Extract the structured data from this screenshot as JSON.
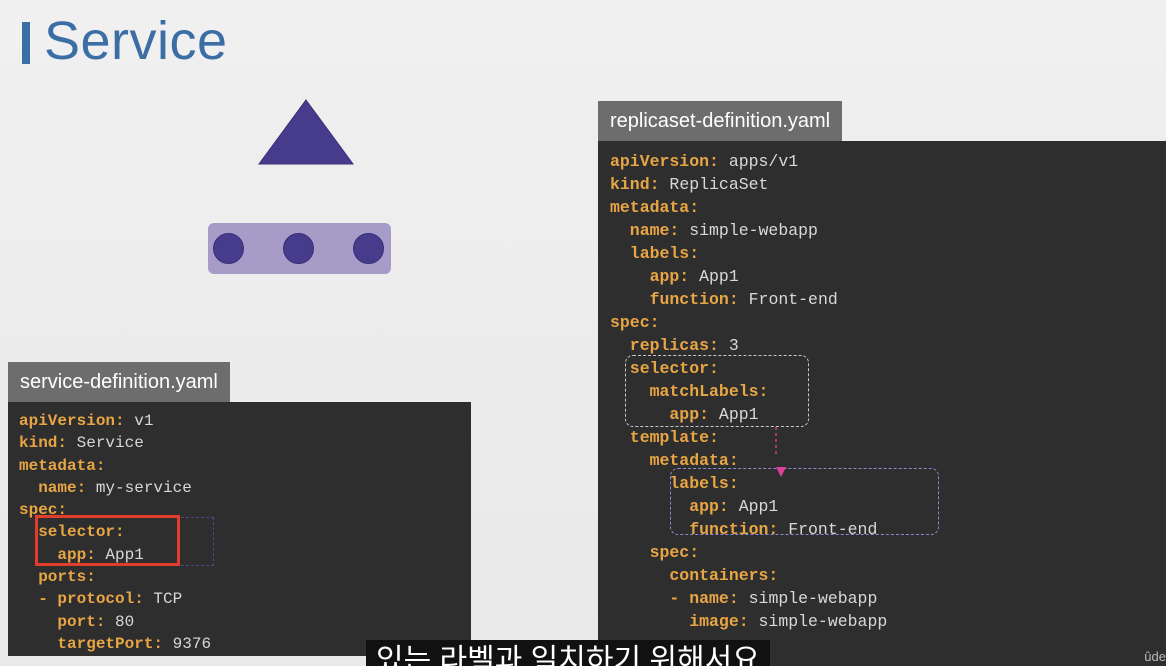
{
  "slide": {
    "title": "Service"
  },
  "service_file": {
    "filename": "service-definition.yaml",
    "lines": [
      {
        "key": "apiVersion:",
        "value": " v1"
      },
      {
        "key": "kind:",
        "value": " Service"
      },
      {
        "key": "metadata:",
        "value": ""
      },
      {
        "key": "  name:",
        "value": " my-service"
      },
      {
        "key": "spec:",
        "value": ""
      },
      {
        "key": "  selector:",
        "value": ""
      },
      {
        "key": "    app:",
        "value": " App1"
      },
      {
        "key": "  ports:",
        "value": ""
      },
      {
        "key": "  - protocol:",
        "value": " TCP"
      },
      {
        "key": "    port:",
        "value": " 80"
      },
      {
        "key": "    targetPort:",
        "value": " 9376"
      }
    ]
  },
  "replicaset_file": {
    "filename": "replicaset-definition.yaml",
    "lines": [
      {
        "key": "apiVersion:",
        "value": " apps/v1"
      },
      {
        "key": "kind:",
        "value": " ReplicaSet"
      },
      {
        "key": "metadata:",
        "value": ""
      },
      {
        "key": "  name:",
        "value": " simple-webapp"
      },
      {
        "key": "  labels:",
        "value": ""
      },
      {
        "key": "    app:",
        "value": " App1"
      },
      {
        "key": "    function:",
        "value": " Front-end"
      },
      {
        "key": "spec:",
        "value": ""
      },
      {
        "key": "  replicas:",
        "value": " 3"
      },
      {
        "key": "  selector:",
        "value": ""
      },
      {
        "key": "    matchLabels:",
        "value": ""
      },
      {
        "key": "      app:",
        "value": " App1"
      },
      {
        "key": "  template:",
        "value": ""
      },
      {
        "key": "    metadata:",
        "value": ""
      },
      {
        "key": "      labels:",
        "value": ""
      },
      {
        "key": "        app:",
        "value": " App1"
      },
      {
        "key": "        function:",
        "value": " Front-end"
      },
      {
        "key": "    spec:",
        "value": ""
      },
      {
        "key": "      containers:",
        "value": ""
      },
      {
        "key": "      - name:",
        "value": " simple-webapp"
      },
      {
        "key": "        image:",
        "value": " simple-webapp"
      }
    ]
  },
  "caption": {
    "text": "있는 라벨과 일치하기 위해서요"
  },
  "watermark": {
    "text": "ûde"
  },
  "colors": {
    "accent": "#3a6ea5",
    "service_shape": "#473c8b",
    "pod_group": "#a79bc8",
    "yaml_key": "#e8a544",
    "highlight": "#e23c2c"
  }
}
